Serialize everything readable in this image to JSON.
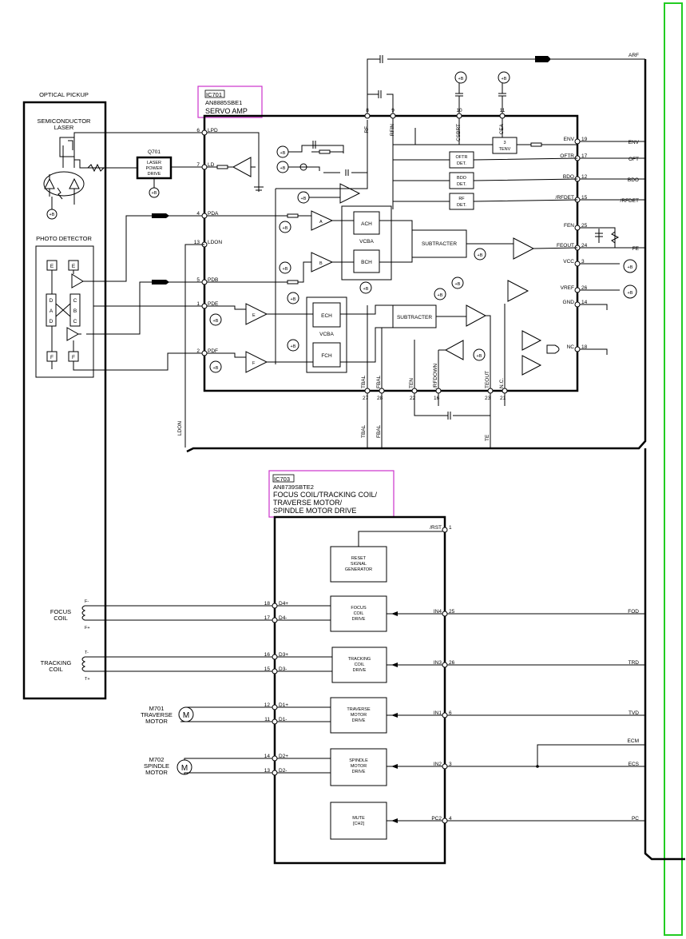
{
  "colors": {
    "magenta": "#cc33cc",
    "green": "#22cc22"
  },
  "optical_pickup": {
    "title": "OPTICAL PICKUP",
    "laser_line1": "SEMICONDUCTOR",
    "laser_line2": "LASER",
    "photo_detector": "PHOTO DETECTOR",
    "e_label": "E",
    "f_label": "F",
    "d_label": "D",
    "a_label": "A",
    "c_label": "C",
    "b_label": "B"
  },
  "q701": {
    "ref": "Q701",
    "line1": "LASER",
    "line2": "POWER",
    "line3": "DRIVE"
  },
  "b_label": "+B",
  "ic701": {
    "ref": "IC701",
    "part": "AN8885SBE1",
    "name": "SERVO AMP",
    "left_pins": [
      {
        "num": "6",
        "name": "LPD"
      },
      {
        "num": "7",
        "name": "LD"
      },
      {
        "num": "4",
        "name": "PDA"
      },
      {
        "num": "13",
        "name": "LDON"
      },
      {
        "num": "5",
        "name": "PDB"
      },
      {
        "num": "1",
        "name": "PDE"
      },
      {
        "num": "2",
        "name": "PDF"
      }
    ],
    "top_pins": [
      {
        "num": "8",
        "name": "RF"
      },
      {
        "num": "9",
        "name": "RFIN"
      },
      {
        "num": "10",
        "name": "CSBRT"
      },
      {
        "num": "11",
        "name": "CEA"
      }
    ],
    "right_pins": [
      {
        "num": "19",
        "name": "ENV"
      },
      {
        "num": "17",
        "name": "OFTR"
      },
      {
        "num": "12",
        "name": "BDO"
      },
      {
        "num": "15",
        "name": "/RFDET"
      },
      {
        "num": "25",
        "name": "FEN"
      },
      {
        "num": "24",
        "name": "FEOUT"
      },
      {
        "num": "3",
        "name": "VCC"
      },
      {
        "num": "26",
        "name": "VREF"
      },
      {
        "num": "14",
        "name": "GND"
      },
      {
        "num": "18",
        "name": "NC"
      }
    ],
    "bottom_pins": [
      {
        "num": "27",
        "name": "TBAL"
      },
      {
        "num": "28",
        "name": "FBAL"
      },
      {
        "num": "22",
        "name": "TEN"
      },
      {
        "num": "16",
        "name": "/RFDOWN"
      },
      {
        "num": "23",
        "name": "TEOUT"
      },
      {
        "num": "21",
        "name": "N.C."
      }
    ],
    "blocks": {
      "tenv_1": "3",
      "tenv_2": "TENV",
      "oftr_1": "OFTR",
      "oftr_2": "DET.",
      "bdo_1": "BDO",
      "bdo_2": "DET.",
      "rf_1": "RF",
      "rf_2": "DET.",
      "ach": "ACH",
      "bch": "BCH",
      "vcba": "VCBA",
      "ech": "ECH",
      "fch": "FCH",
      "subtracter": "SUBTRACTER",
      "amp_a": "A",
      "amp_b": "B",
      "amp_e": "E",
      "amp_f": "F"
    }
  },
  "right_signals": {
    "arf": "ARF",
    "env": "ENV",
    "oft": "OFT",
    "bdo": "BDO",
    "rfdet": "/RFDET",
    "fe": "FE"
  },
  "bus_labels": {
    "tbal": "TBAL",
    "fbal": "FBAL",
    "te": "TE",
    "ldon": "LDON"
  },
  "ic703": {
    "ref": "IC703",
    "part": "AN8739SBTE2",
    "name1": "FOCUS COIL/TRACKING COIL/",
    "name2": "TRAVERSE MOTOR/",
    "name3": "SPINDLE MOTOR DRIVE",
    "reset": [
      "RESET",
      "SIGNAL",
      "GENERATOR"
    ],
    "focus": [
      "FOCUS",
      "COIL",
      "DRIVE"
    ],
    "tracking": [
      "TRACKING",
      "COIL",
      "DRIVE"
    ],
    "traverse": [
      "TRAVERSE",
      "MOTOR",
      "DRIVE"
    ],
    "spindle": [
      "SPINDLE",
      "MOTOR",
      "DRIVE"
    ],
    "mute": [
      "MUTE",
      "[CH2]"
    ],
    "left_pins": [
      {
        "num": "18",
        "name": "D4+"
      },
      {
        "num": "17",
        "name": "D4-"
      },
      {
        "num": "16",
        "name": "D3+"
      },
      {
        "num": "15",
        "name": "D3-"
      },
      {
        "num": "12",
        "name": "D1+"
      },
      {
        "num": "11",
        "name": "D1-"
      },
      {
        "num": "14",
        "name": "D2+"
      },
      {
        "num": "13",
        "name": "D2-"
      }
    ],
    "right_pins": [
      {
        "num": "1",
        "name": "/RST"
      },
      {
        "num": "25",
        "name": "IN4"
      },
      {
        "num": "26",
        "name": "IN3"
      },
      {
        "num": "6",
        "name": "IN1"
      },
      {
        "num": "3",
        "name": "IN2"
      },
      {
        "num": "4",
        "name": "PC2"
      }
    ]
  },
  "coils": {
    "focus1": "FOCUS",
    "focus2": "COIL",
    "f_minus": "F-",
    "f_plus": "F+",
    "tracking1": "TRACKING",
    "tracking2": "COIL",
    "t_minus": "T-",
    "t_plus": "T+"
  },
  "motors": {
    "m701": "M701",
    "m701_l1": "TRAVERSE",
    "m701_l2": "MOTOR",
    "m702": "M702",
    "m702_l1": "SPINDLE",
    "m702_l2": "MOTOR",
    "m": "M"
  },
  "signals703": {
    "fod": "FOD",
    "trd": "TRD",
    "tvd": "TVD",
    "ecm": "ECM",
    "ecs": "ECS",
    "pc": "PC"
  }
}
